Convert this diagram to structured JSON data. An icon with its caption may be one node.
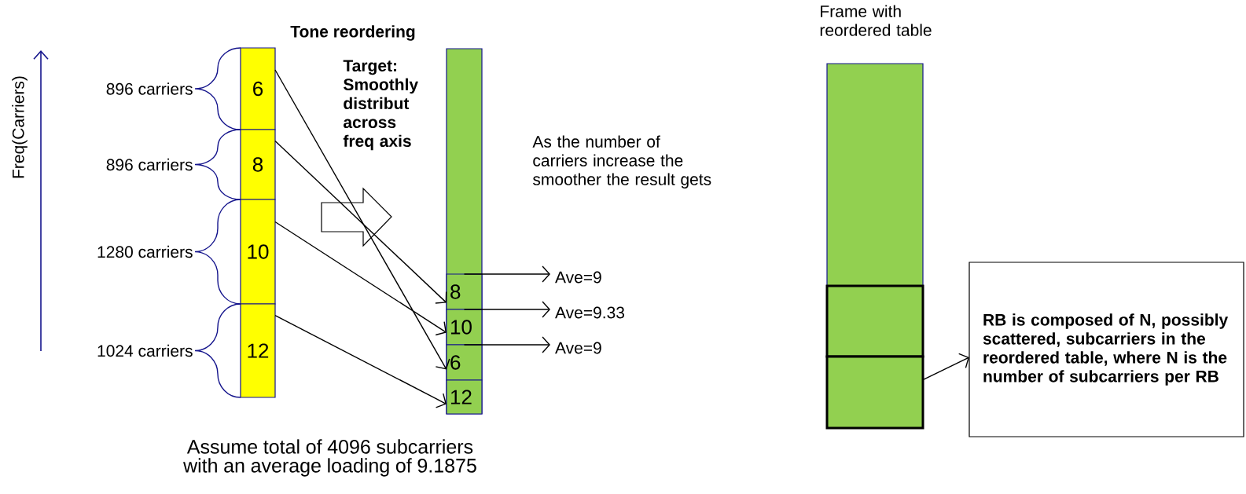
{
  "diagram": {
    "caption": "Assume total of 4096 subcarriers with an average loading of 9.1875",
    "nodes": [
      {
        "text": [
          "6"
        ],
        "beside": [
          "896 carriers"
        ]
      },
      {
        "text": [
          "8"
        ],
        "beside": [
          "896 carriers"
        ]
      },
      {
        "text": [
          "10"
        ],
        "beside": [
          "1280 carriers"
        ]
      },
      {
        "text": [
          "12"
        ],
        "beside": [
          "1024 carriers"
        ]
      },
      {
        "text": [],
        "shape": "bar"
      },
      {
        "text": [
          "8"
        ],
        "in": 4
      },
      {
        "text": [
          "10"
        ],
        "in": 4
      },
      {
        "text": [
          "6"
        ],
        "in": 4
      },
      {
        "text": [
          "12"
        ],
        "in": 4
      },
      {
        "text": [
          "Ave=9"
        ]
      },
      {
        "text": [
          "Ave=9.33"
        ]
      },
      {
        "text": [
          "Ave=9"
        ]
      },
      {
        "text": [
          "Frame with reordered table"
        ]
      },
      {
        "text": [],
        "shape": "box",
        "in": 12
      },
      {
        "text": [],
        "shape": "box",
        "in": 12
      },
      {
        "text": [
          "RB is composed of N, possibly scattered, subcarriers in the reordered table, where N is the number of subcarriers per RB"
        ]
      }
    ],
    "edges": [
      {
        "from": 0,
        "to": 7,
        "arrow": "to"
      },
      {
        "from": 1,
        "to": 5,
        "arrow": "to"
      },
      {
        "from": 2,
        "to": 6,
        "arrow": "to"
      },
      {
        "from": 3,
        "to": 8,
        "arrow": "to"
      },
      {
        "from": 5,
        "to": 9,
        "arrow": "to"
      },
      {
        "from": 6,
        "to": 10,
        "arrow": "to"
      },
      {
        "from": 7,
        "to": 11,
        "arrow": "to"
      },
      {
        "from": 14,
        "to": 15,
        "arrow": "to"
      }
    ],
    "labels": [
      "Freq(Carriers)",
      "Tone reordering",
      "Target: Smoothly distribut across freq axis",
      "As the number of carriers increase the smoother the result gets"
    ]
  }
}
